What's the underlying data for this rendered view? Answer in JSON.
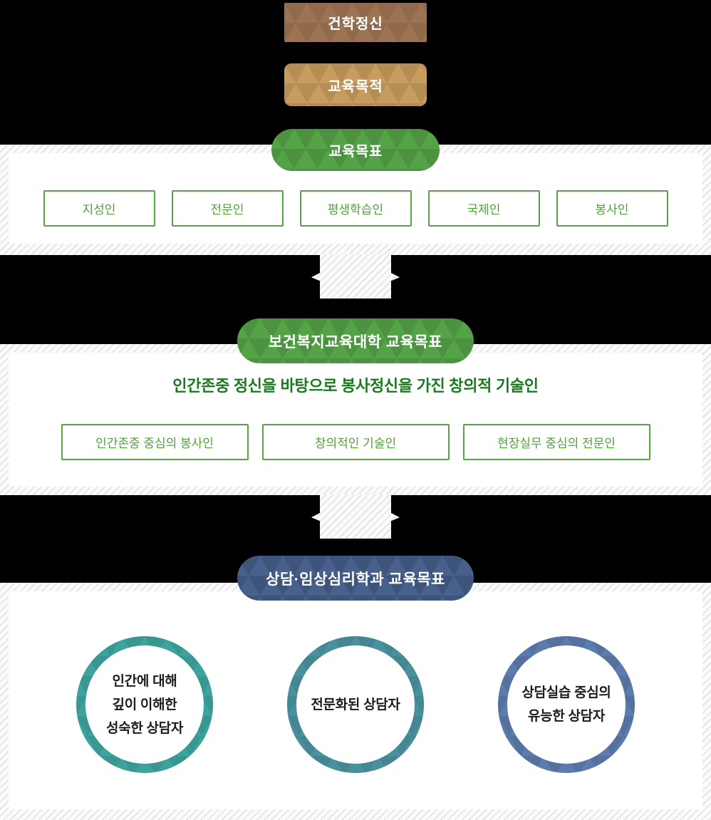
{
  "diagram": {
    "founding_spirit": "건학정신",
    "education_purpose": "교육목적",
    "university": {
      "pill": "교육목표",
      "items": [
        "지성인",
        "전문인",
        "평생학습인",
        "국제인",
        "봉사인"
      ]
    },
    "college": {
      "pill": "보건복지교육대학 교육목표",
      "heading": "인간존중 정신을 바탕으로 봉사정신을 가진 창의적 기술인",
      "items": [
        "인간존중 중심의 봉사인",
        "창의적인 기술인",
        "현장실무 중심의 전문인"
      ]
    },
    "department": {
      "pill": "상담·임상심리학과 교육목표",
      "circles": [
        {
          "lines": [
            "인간에 대해",
            "깊이 이해한",
            "성숙한 상담자"
          ]
        },
        {
          "lines": [
            "전문화된 상담자"
          ]
        },
        {
          "lines": [
            "상담실습 중심의",
            "유능한 상담자"
          ]
        }
      ]
    }
  },
  "colors": {
    "background": "#000000",
    "founding_box": "#9d7453",
    "purpose_box": "#c79c5e",
    "green_pill": "#55a347",
    "department_pill": "#47608c",
    "outline_box_border": "#56a643",
    "item_text_green": "#4fa339",
    "heading_green": "#1a7a1e",
    "circle_rings": [
      "#3ea39d",
      "#4a919e",
      "#5c7cad"
    ],
    "stripe_line": "#e2e2e2"
  }
}
